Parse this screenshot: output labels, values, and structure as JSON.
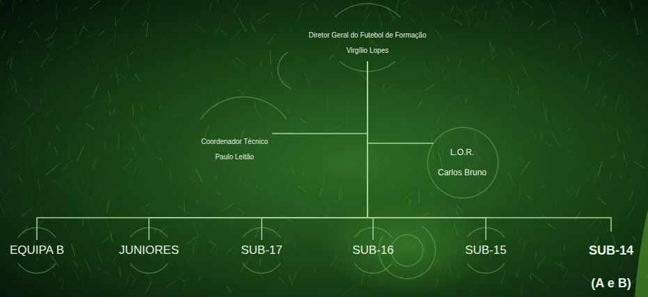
{
  "diagram": {
    "nodes": [
      {
        "text": [
          "Diretor Geral do Futebol de Formação",
          "Virgílio Lopes"
        ]
      },
      {
        "text": [
          "Coordenador Técnico",
          "Paulo Leitão"
        ]
      },
      {
        "text": [
          "L.O.R.",
          "Carlos Bruno"
        ]
      },
      {
        "text": [
          "EQUIPA B"
        ]
      },
      {
        "text": [
          "JUNIORES"
        ]
      },
      {
        "text": [
          "SUB-17"
        ]
      },
      {
        "text": [
          "SUB-16"
        ]
      },
      {
        "text": [
          "SUB-15"
        ]
      },
      {
        "text": [
          "SUB-14",
          "(A e B)"
        ]
      }
    ],
    "edges": [
      {
        "from": 0,
        "to": 1,
        "arrow": "none"
      },
      {
        "from": 0,
        "to": 2,
        "arrow": "none"
      },
      {
        "from": 0,
        "to": 3,
        "arrow": "none"
      },
      {
        "from": 0,
        "to": 4,
        "arrow": "none"
      },
      {
        "from": 0,
        "to": 5,
        "arrow": "none"
      },
      {
        "from": 0,
        "to": 6,
        "arrow": "none"
      },
      {
        "from": 0,
        "to": 7,
        "arrow": "none"
      },
      {
        "from": 0,
        "to": 8,
        "arrow": "none"
      }
    ]
  }
}
